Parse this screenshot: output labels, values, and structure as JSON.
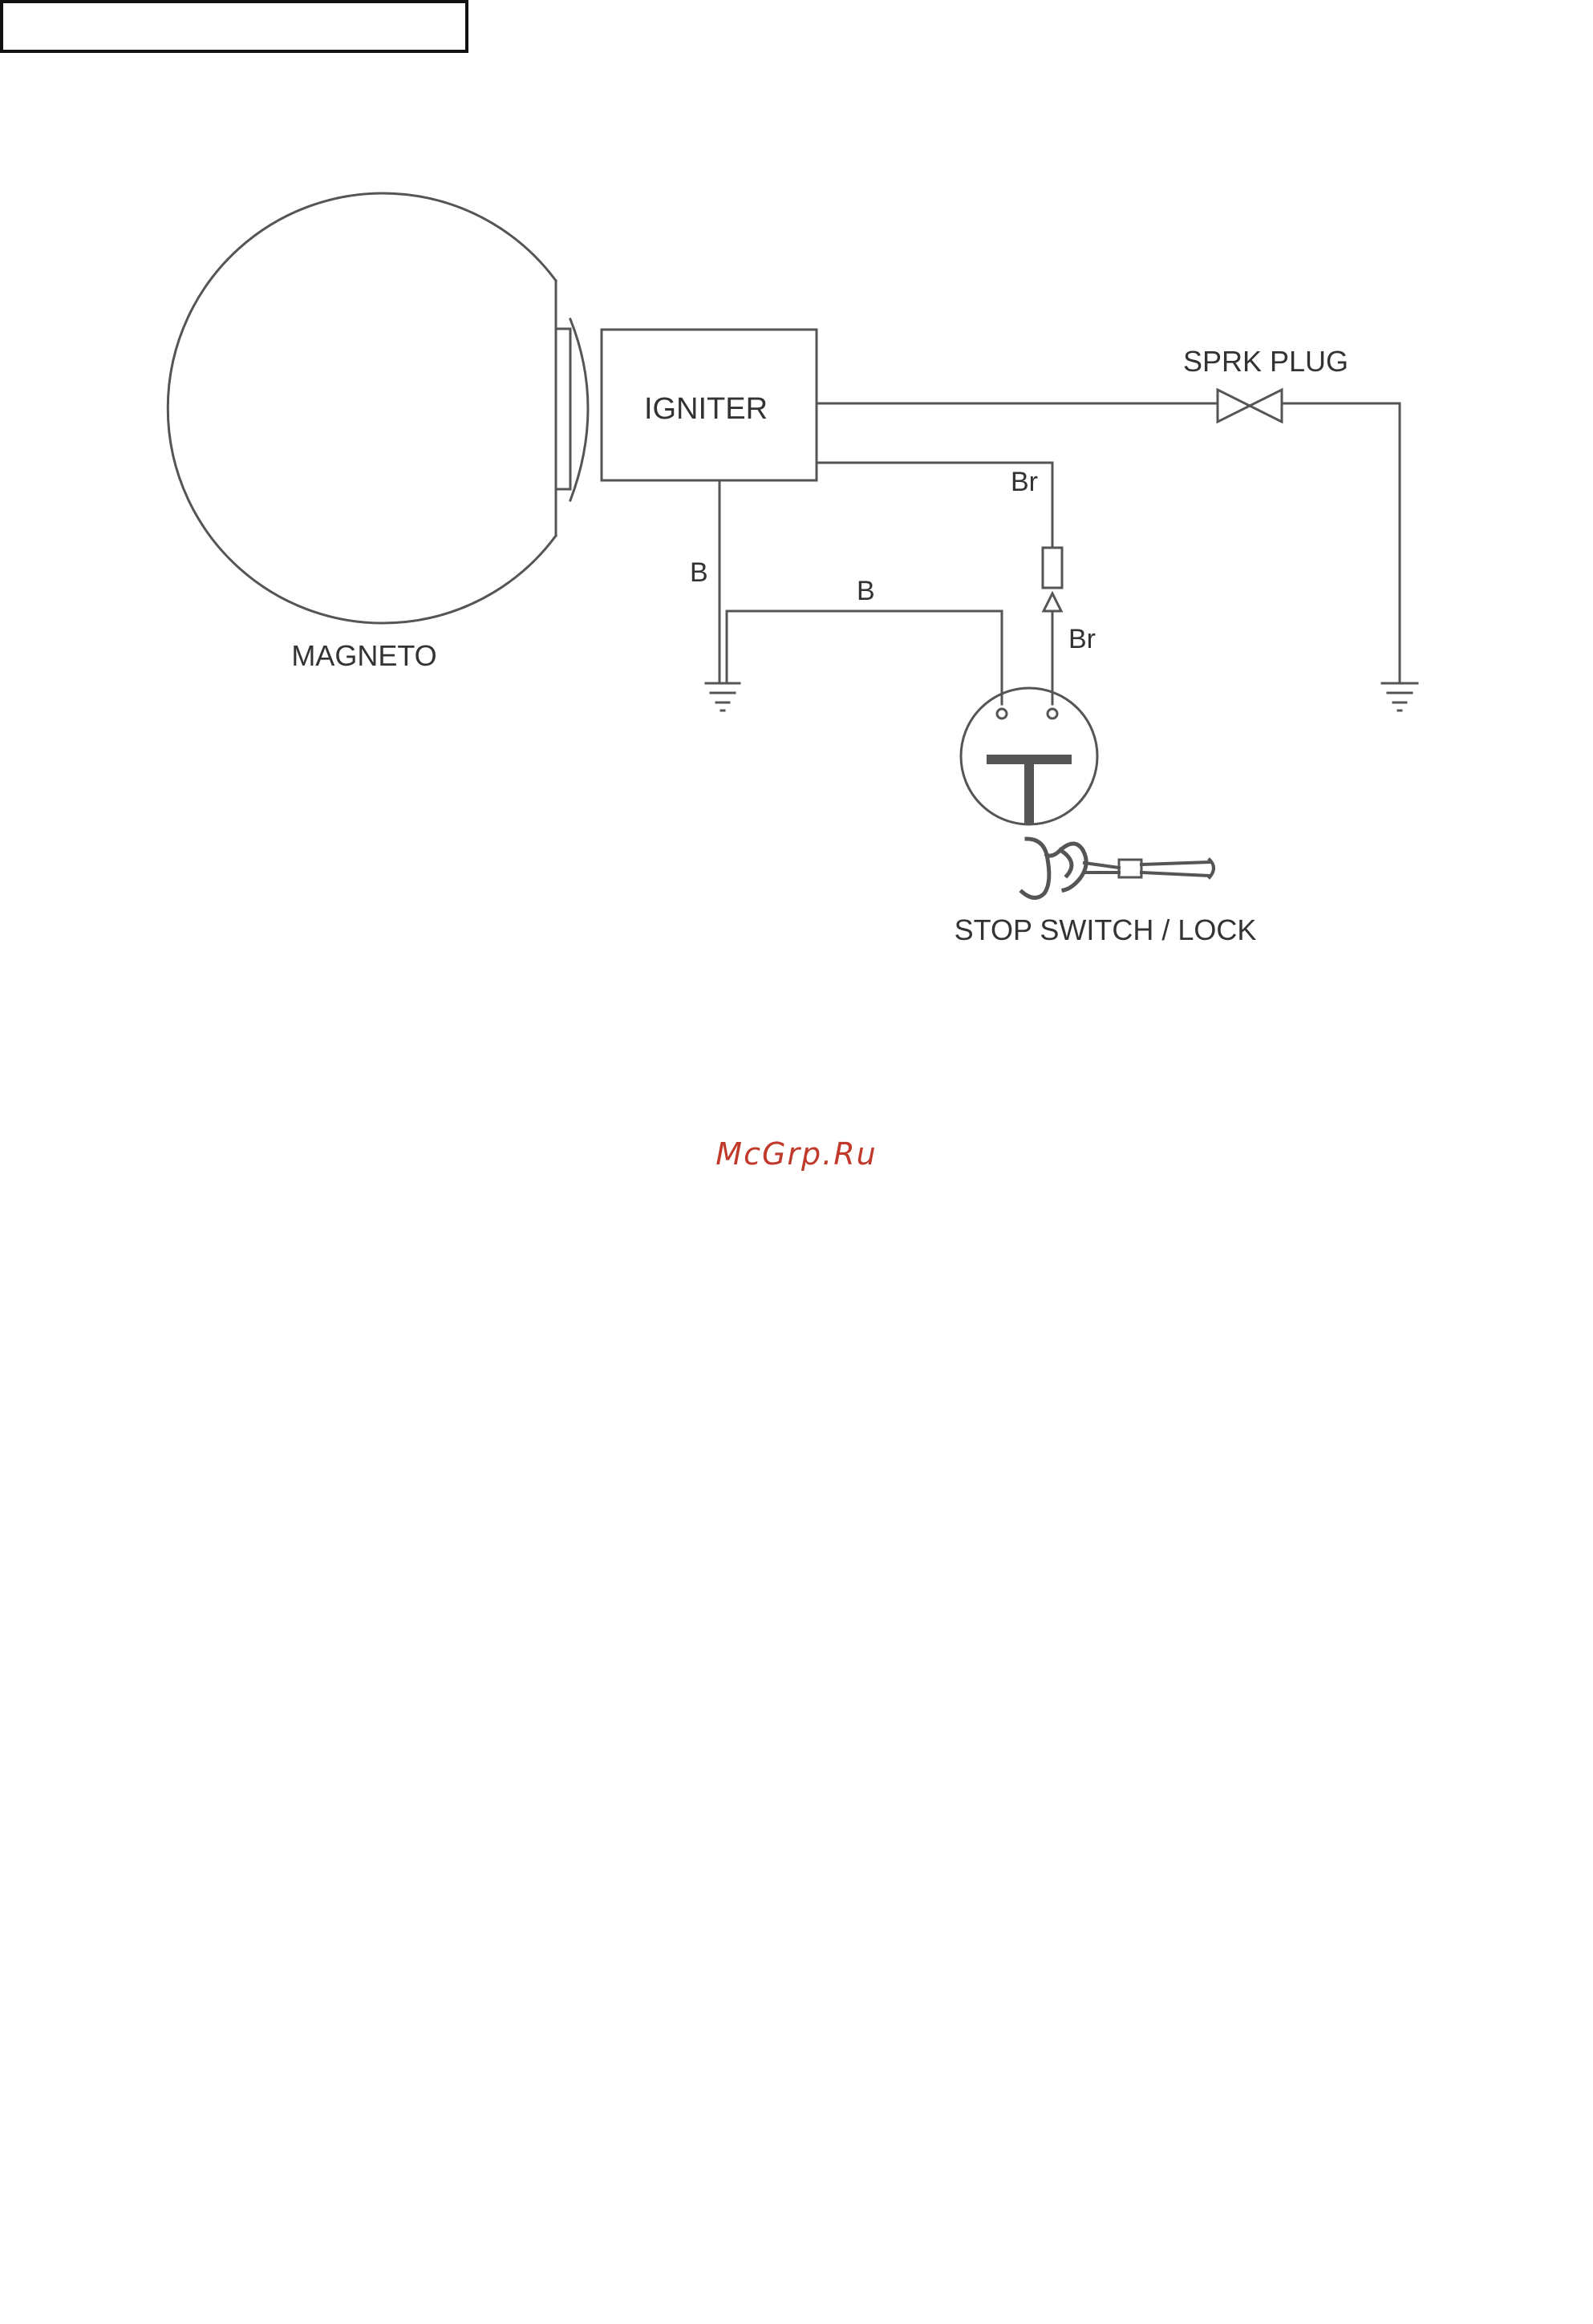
{
  "page": {
    "header_box_text": "",
    "watermark": "McGrp.Ru",
    "watermark_color": "#c0392b"
  },
  "diagram": {
    "components": {
      "magneto": "MAGNETO",
      "igniter": "IGNITER",
      "spark_plug": "SPRK PLUG",
      "stop_switch": "STOP SWITCH / LOCK"
    },
    "wire_labels": {
      "igniter_ground": "B",
      "switch_ground": "B",
      "igniter_to_connector": "Br",
      "connector_to_switch": "Br"
    },
    "line_color": "#555555",
    "text_color": "#333333"
  }
}
